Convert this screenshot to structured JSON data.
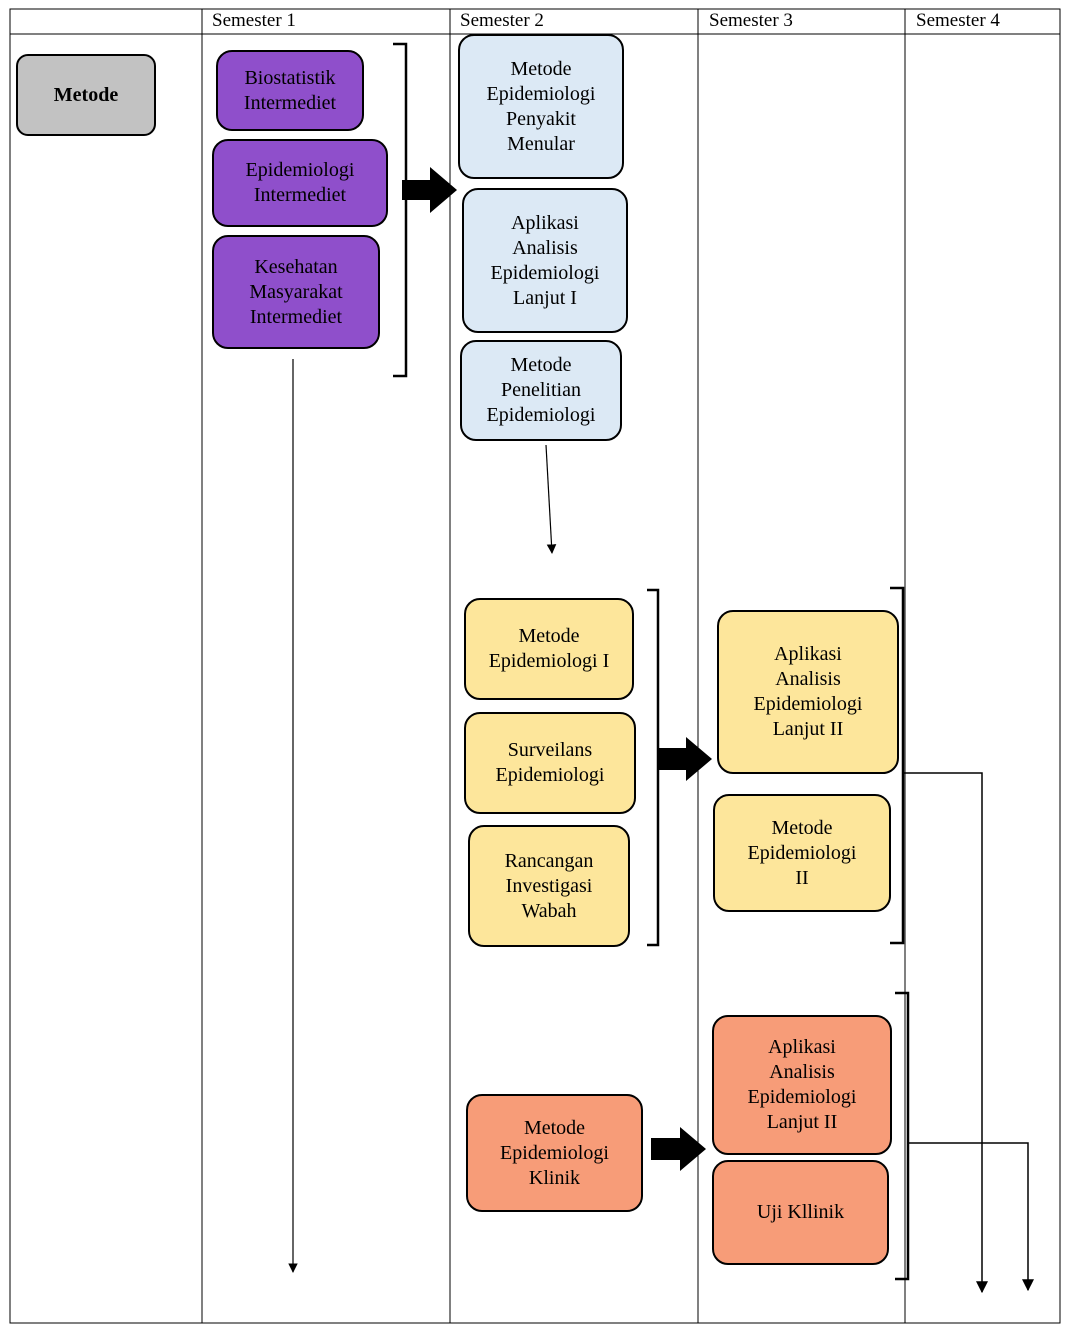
{
  "headers": {
    "sem1": "Semester 1",
    "sem2": "Semester 2",
    "sem3": "Semester 3",
    "sem4": "Semester 4"
  },
  "category": "Metode",
  "semester1": {
    "biostatistik": "Biostatistik\nIntermediet",
    "epidemiologi": "Epidemiologi\nIntermediet",
    "kesmas": "Kesehatan\nMasyarakat\nIntermediet"
  },
  "semester2": {
    "penyakit_menular": "Metode\nEpidemiologi\nPenyakit\nMenular",
    "aplikasi_lanjut_1": "Aplikasi\nAnalisis\nEpidemiologi\nLanjut I",
    "penelitian": "Metode\nPenelitian\nEpidemiologi",
    "metode_epi_1": "Metode\nEpidemiologi I",
    "surveilans": "Surveilans\nEpidemiologi",
    "rancangan": "Rancangan\nInvestigasi\nWabah",
    "klinik": "Metode\nEpidemiologi\nKlinik"
  },
  "semester3": {
    "aplikasi_lanjut_2_a": "Aplikasi\nAnalisis\nEpidemiologi\nLanjut II",
    "metode_epi_2": "Metode\nEpidemiologi\nII",
    "aplikasi_lanjut_2_b": "Aplikasi\nAnalisis\nEpidemiologi\nLanjut II",
    "uji_klinik": "Uji Kllinik"
  },
  "colors": {
    "purple": "#8f4fcb",
    "blue": "#dce9f5",
    "yellow": "#fde69b",
    "orange": "#f79c78",
    "gray": "#c2c2c2"
  }
}
